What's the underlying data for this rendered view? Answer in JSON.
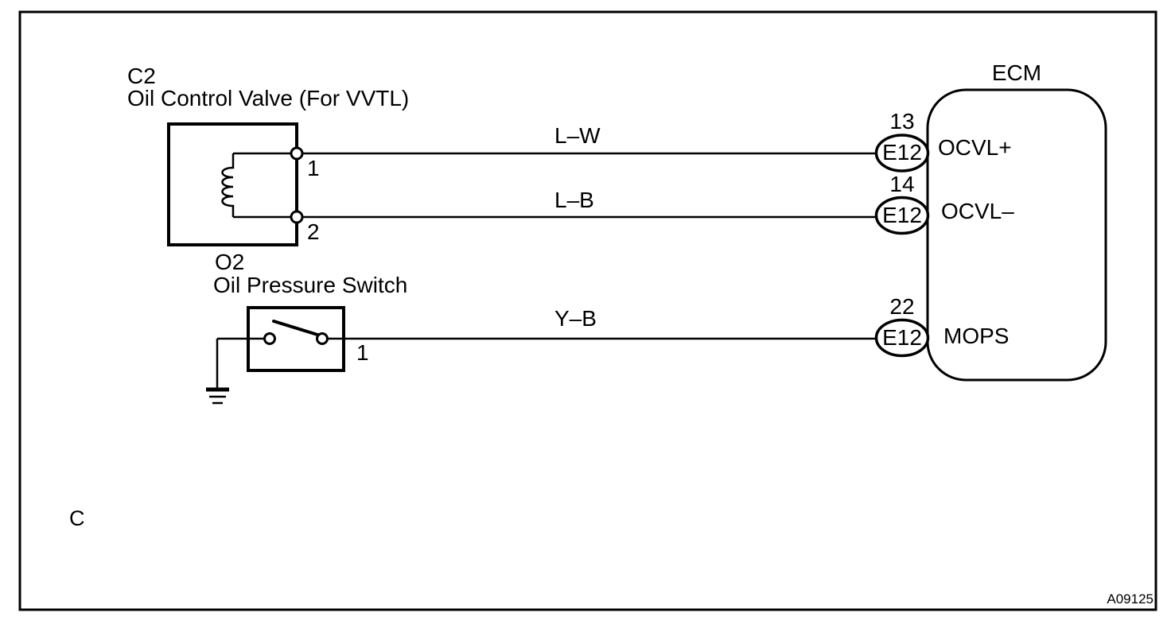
{
  "diagram": {
    "type": "wiring-diagram",
    "figure_id": "A09125",
    "section_label": "C",
    "colors": {
      "line": "#000000",
      "background": "#ffffff"
    },
    "components": {
      "ocv": {
        "connector_id": "C2",
        "name": "Oil Control Valve (For VVTL)",
        "symbol": "solenoid-coil",
        "pins": [
          "1",
          "2"
        ]
      },
      "ops": {
        "connector_id": "O2",
        "name": "Oil Pressure Switch",
        "symbol": "switch-to-ground",
        "pins": [
          "1"
        ]
      },
      "ecm": {
        "name": "ECM",
        "terminals": [
          {
            "pin": "13",
            "connector": "E12",
            "label": "OCVL+"
          },
          {
            "pin": "14",
            "connector": "E12",
            "label": "OCVL–"
          },
          {
            "pin": "22",
            "connector": "E12",
            "label": "MOPS"
          }
        ]
      }
    },
    "wires": [
      {
        "label": "L–W",
        "from": "C2 pin 1",
        "to": "E12 pin 13 (OCVL+)"
      },
      {
        "label": "L–B",
        "from": "C2 pin 2",
        "to": "E12 pin 14 (OCVL–)"
      },
      {
        "label": "Y–B",
        "from": "O2 pin 1",
        "to": "E12 pin 22 (MOPS)"
      }
    ]
  }
}
